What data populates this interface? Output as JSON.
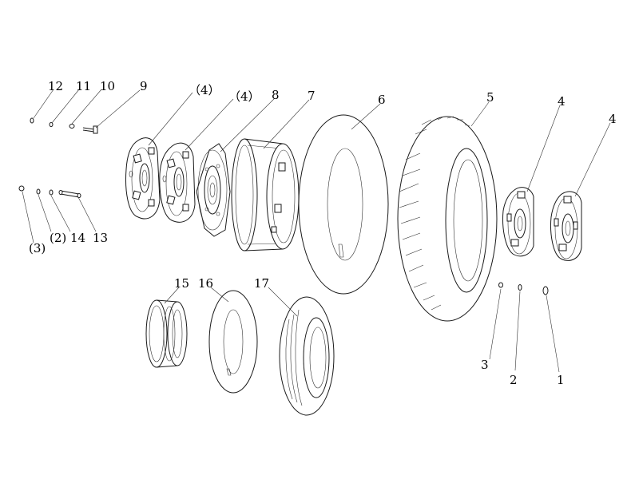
{
  "labels": {
    "l12": "12",
    "l11": "11",
    "l10": "10",
    "l9": "9",
    "lp4a": "（4）",
    "lp4b": "（4）",
    "l8": "8",
    "l7": "7",
    "l6": "6",
    "l5": "5",
    "l4a": "4",
    "l4b": "4",
    "lp3": "(3)",
    "lp2": "(2)",
    "l14": "14",
    "l13": "13",
    "l15": "15",
    "l16": "16",
    "l17": "17",
    "l3": "3",
    "l2": "2",
    "l1": "1"
  }
}
